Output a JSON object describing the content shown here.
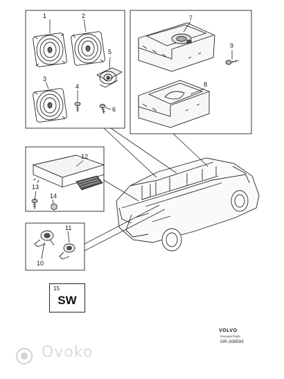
{
  "callouts": {
    "c1": "1",
    "c2": "2",
    "c3": "3",
    "c4": "4",
    "c5": "5",
    "c6": "6",
    "c7": "7",
    "c8": "8",
    "c9": "9",
    "c10": "10",
    "c11": "11",
    "c12": "12",
    "c13": "13",
    "c14": "14"
  },
  "sw_panel": {
    "number": "15",
    "code": "SW"
  },
  "footer": {
    "brand": "VOLVO",
    "brand_sub": "Genuine Parts",
    "ref_code": "GR-308593"
  },
  "watermark": {
    "text": "Ovoko"
  }
}
